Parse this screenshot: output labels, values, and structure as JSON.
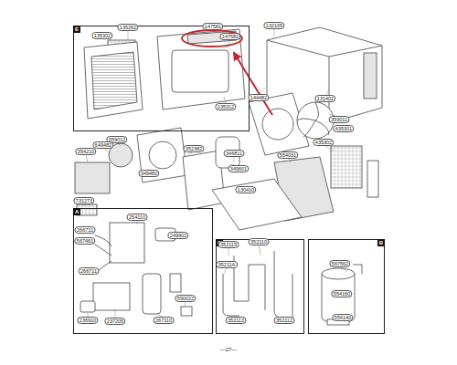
{
  "diagram": {
    "nodes": [
      {
        "text": [
          "E"
        ]
      },
      {
        "text": [
          "A"
        ]
      },
      {
        "text": [
          "C"
        ]
      },
      {
        "text": [
          "B"
        ]
      }
    ],
    "labels": [
      "135262",
      "147581",
      "132105",
      "135302",
      "147582",
      "144482",
      "131402",
      "135312",
      "359011",
      "435301",
      "359012",
      "435302",
      "649482",
      "354210",
      "352382",
      "554031",
      "346811",
      "349601",
      "349482",
      "130410",
      "731273",
      "254110",
      "266711",
      "567461",
      "249902",
      "352115",
      "352110",
      "567562",
      "35211A",
      "266711",
      "554160",
      "590022",
      "556140",
      "236910",
      "237205",
      "267110",
      "352113",
      "352112",
      "—27—"
    ]
  }
}
